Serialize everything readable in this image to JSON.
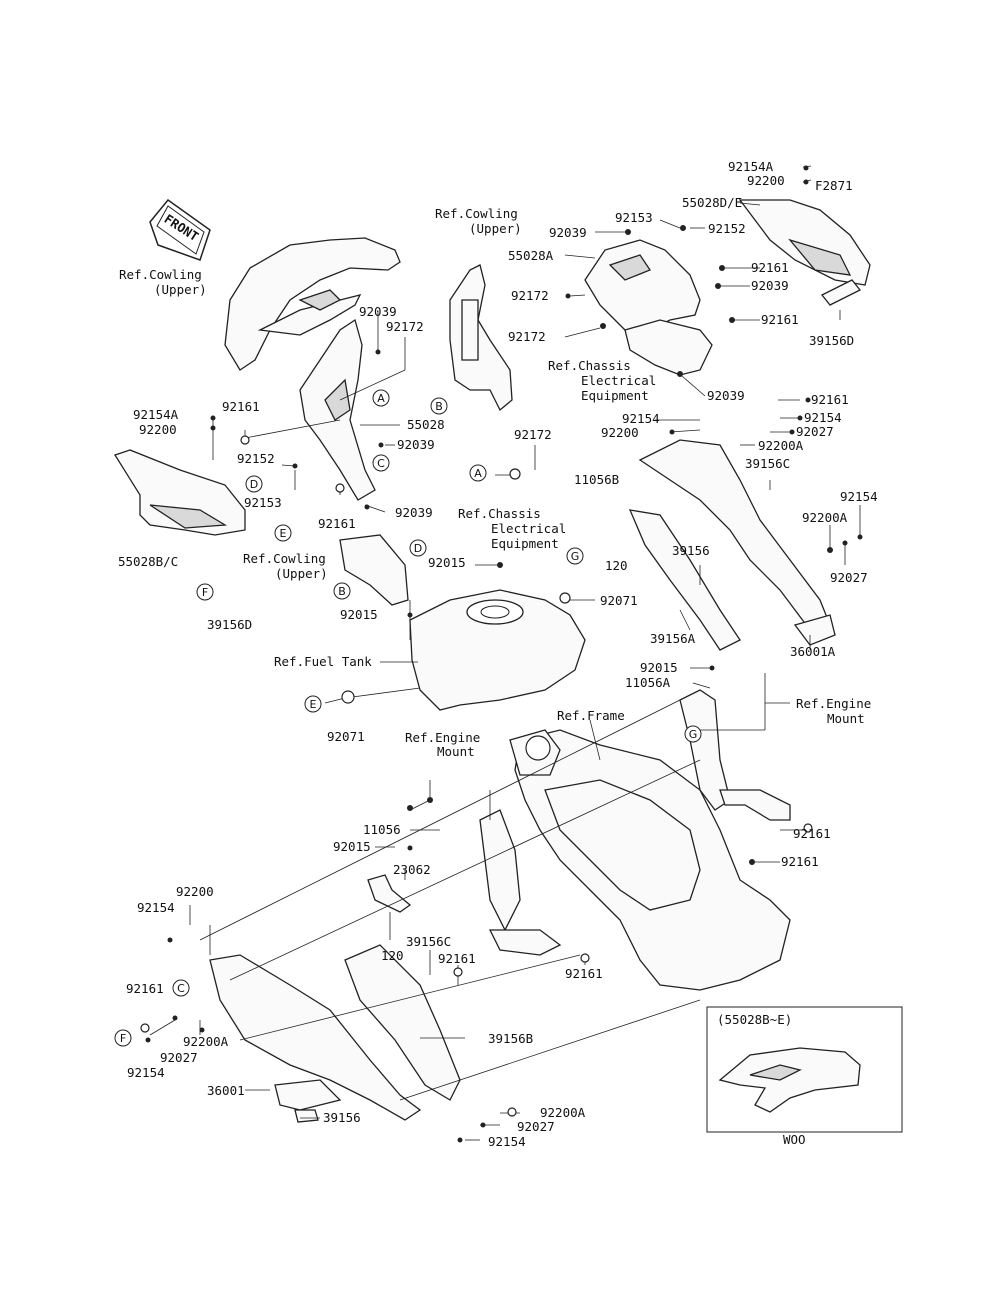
{
  "front_label": "FRONT",
  "inset": {
    "title": "(55028B~E)",
    "code": "WOO"
  },
  "labels": {
    "92154A_top": "92154A",
    "92200_top": "92200",
    "F2871": "F2871",
    "55028DE": "55028D/E",
    "92153_top": "92153",
    "92152_top": "92152",
    "92039_a": "92039",
    "55028A": "55028A",
    "92161_a": "92161",
    "92039_b": "92039",
    "92172_a": "92172",
    "92161_b": "92161",
    "39156D_right": "39156D",
    "92172_b": "92172",
    "refChassis1_1": "Ref.Chassis",
    "refChassis1_2": "Electrical",
    "refChassis1_3": "Equipment",
    "92039_c": "92039",
    "refCowlUpper1_1": "Ref.Cowling",
    "refCowlUpper1_2": "(Upper)",
    "refCowlUpper2_1": "Ref.Cowling",
    "refCowlUpper2_2": "(Upper)",
    "92039_d": "92039",
    "92172_c": "92172",
    "92154A_left": "92154A",
    "92200_left": "92200",
    "92161_c": "92161",
    "55028": "55028",
    "92039_e": "92039",
    "92152_left": "92152",
    "92153_left": "92153",
    "92161_d": "92161",
    "92039_f": "92039",
    "55028BC": "55028B/C",
    "refCowlUpper3_1": "Ref.Cowling",
    "refCowlUpper3_2": "(Upper)",
    "39156D_left": "39156D",
    "92015_a": "92015",
    "92015_b": "92015",
    "92172_d": "92172",
    "refChassis2_1": "Ref.Chassis",
    "refChassis2_2": "Electrical",
    "refChassis2_3": "Equipment",
    "11056B": "11056B",
    "120_a": "120",
    "92071_a": "92071",
    "refFuelTank": "Ref.Fuel Tank",
    "92071_b": "92071",
    "92161_e": "92161",
    "92154_a": "92154",
    "92200_mid": "92200",
    "92154_b": "92154",
    "92027_a": "92027",
    "92200A_a": "92200A",
    "39156C_a": "39156C",
    "92154_c": "92154",
    "92200A_b": "92200A",
    "92027_b": "92027",
    "39156": "39156",
    "39156A": "39156A",
    "36001A": "36001A",
    "92015_c": "92015",
    "11056A": "11056A",
    "refEngine1_1": "Ref.Engine",
    "refEngine1_2": "Mount",
    "refFrame": "Ref.Frame",
    "refEngine2_1": "Ref.Engine",
    "refEngine2_2": "Mount",
    "11056": "11056",
    "92015_d": "92015",
    "23062": "23062",
    "92161_f": "92161",
    "92161_g": "92161",
    "120_b": "120",
    "92200_bl": "92200",
    "92154_bl": "92154",
    "39156C_b": "39156C",
    "92161_h": "92161",
    "92161_i": "92161",
    "92161_j": "92161",
    "92200A_c": "92200A",
    "92027_c": "92027",
    "92154_d": "92154",
    "39156B": "39156B",
    "36001": "36001",
    "39156_b": "39156",
    "92200A_d": "92200A",
    "92027_d": "92027",
    "92154_e": "92154"
  },
  "callouts": {
    "A1": "A",
    "B1": "B",
    "C1": "C",
    "D1": "D",
    "E1": "E",
    "F1": "F",
    "D2": "D",
    "B2": "B",
    "A2": "A",
    "G1": "G",
    "E2": "E",
    "G2": "G",
    "C2": "C",
    "F2": "F"
  }
}
